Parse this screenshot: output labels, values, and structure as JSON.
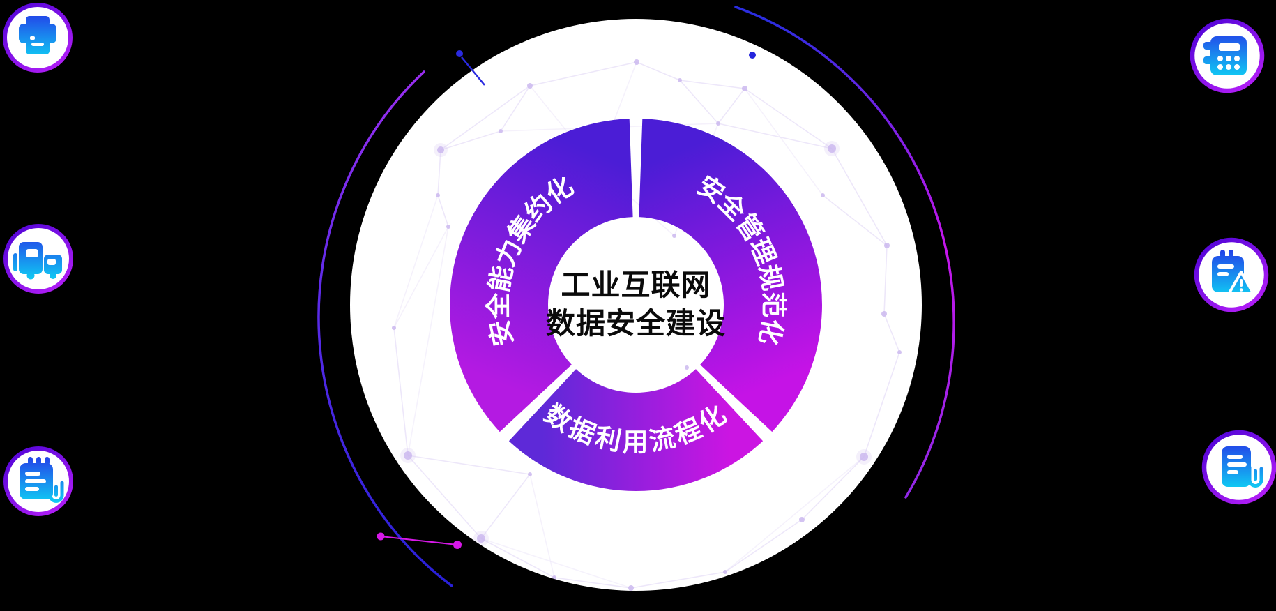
{
  "title": "工业互联网数据安全建设",
  "chart_data": {
    "type": "donut",
    "center_label": [
      "工业互联网",
      "数据安全建设"
    ],
    "segments": [
      {
        "label": "安全能力集约化",
        "start_deg": 92,
        "end_deg": 223,
        "span_deg": 131,
        "color_from": "#4b1dd6",
        "color_from_deg": 92,
        "color_to": "#b41ae2",
        "color_to_deg": 223
      },
      {
        "label": "安全管理规范化",
        "start_deg": -43,
        "end_deg": 88,
        "span_deg": 131,
        "color_from": "#4b1dd6",
        "color_from_deg": 88,
        "color_to": "#c513e6",
        "color_to_deg": -43
      },
      {
        "label": "数据利用流程化",
        "start_deg": 227,
        "end_deg": 313,
        "span_deg": 86,
        "color_from": "#5e29d8",
        "color_from_deg": 227,
        "color_to": "#cb15e2",
        "color_to_deg": 313
      }
    ],
    "legend_position": "none",
    "grid": false
  },
  "icons": [
    {
      "name": "printer-icon",
      "position": "top-left"
    },
    {
      "name": "truck-icon",
      "position": "middle-left"
    },
    {
      "name": "notepad-clip-icon",
      "position": "bottom-left"
    },
    {
      "name": "calculator-icon",
      "position": "top-right"
    },
    {
      "name": "notepad-alert-icon",
      "position": "middle-right"
    },
    {
      "name": "document-clip-icon",
      "position": "bottom-right"
    }
  ],
  "colors": {
    "background": "#000000",
    "disc": "#ffffff",
    "center_title": "#0a0a0a",
    "segment_label": "#ffffff",
    "badge_ring_top": "#5a07da",
    "badge_ring_bottom": "#b01df6",
    "icon_gradient_top": "#2440e8",
    "icon_gradient_bottom": "#0fd0f4",
    "arc_left_top": "#9a2ef0",
    "arc_left_bottom": "#2820d8",
    "arc_right_top": "#2b2de0",
    "arc_right_mid": "#c616ec",
    "arc_right_bottom": "#9128e6",
    "mesh": "#d8cbf3",
    "dot_blue": "#2a2ae0",
    "dot_magenta": "#d718e8"
  }
}
